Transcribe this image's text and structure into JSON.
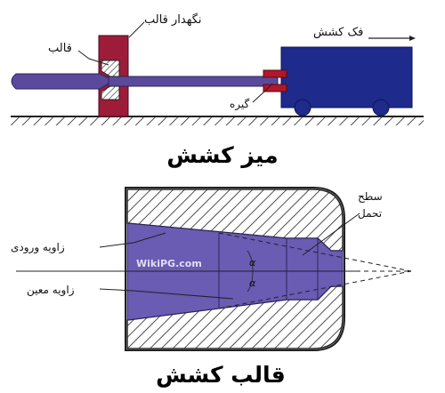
{
  "draw_bench": {
    "title": "میز کشش",
    "label_die_holder": "نگهدار قالب",
    "label_die": "قالب",
    "label_grip": "گیره",
    "label_pull_direction": "فک کشش"
  },
  "drawing_die": {
    "title": "قالب کشش",
    "label_entrance_angle": "زاویه ورودی",
    "label_approach_angle": "زاویه معین",
    "label_bearing_line1": "سطح",
    "label_bearing_line2": "تحمل",
    "angle_symbol": "α",
    "watermark": "WikiPG.com"
  },
  "colors": {
    "rod": "#5b4a9b",
    "die_holder": "#9c1c3a",
    "carriage": "#1e2a8c",
    "die_interior": "#6a5bb3",
    "hatch": "#222222"
  }
}
